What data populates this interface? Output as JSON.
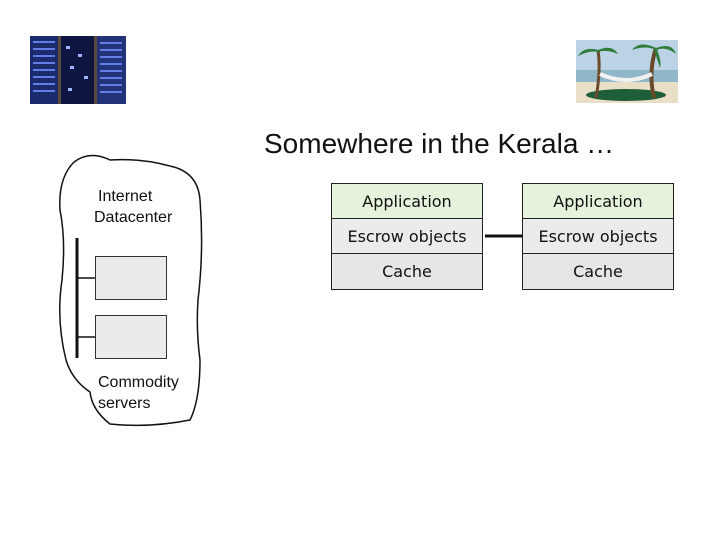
{
  "title": "Somewhere in the Kerala …",
  "datacenter": {
    "label_line1": "Internet",
    "label_line2": "Datacenter",
    "servers_line1": "Commodity",
    "servers_line2": "servers"
  },
  "stacks": [
    {
      "layers": [
        "Application",
        "Escrow objects",
        "Cache"
      ]
    },
    {
      "layers": [
        "Application",
        "Escrow objects",
        "Cache"
      ]
    }
  ],
  "colors": {
    "application_fill": "#e5f3dc",
    "layer_fill": "#ebebeb",
    "connector": "#111111"
  },
  "images": [
    "server-rack-photo",
    "beach-hammock-photo"
  ]
}
